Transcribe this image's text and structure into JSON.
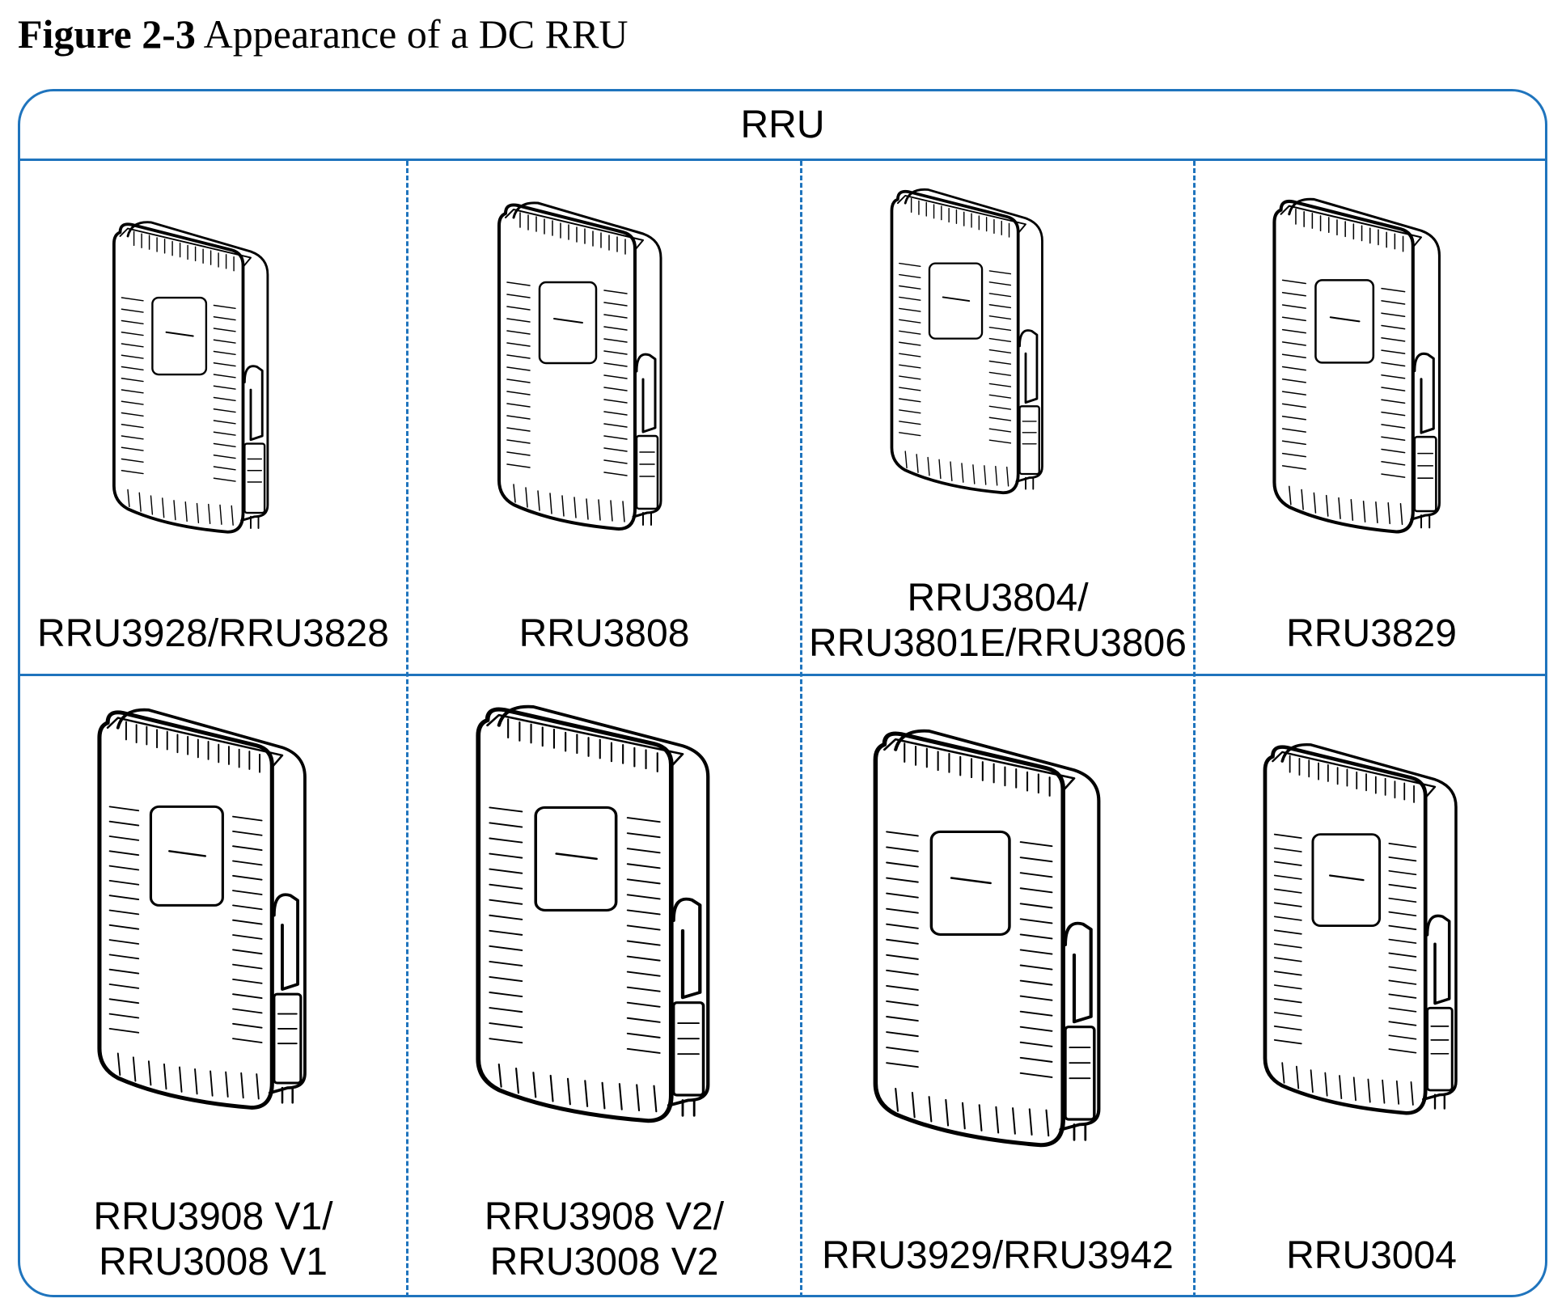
{
  "figure": {
    "number": "Figure 2-3",
    "title": "Appearance of a DC RRU"
  },
  "table": {
    "header": "RRU",
    "row1": [
      {
        "line1": "RRU3928/RRU3828",
        "line2": ""
      },
      {
        "line1": "RRU3808",
        "line2": ""
      },
      {
        "line1": "RRU3804/",
        "line2": "RRU3801E/RRU3806"
      },
      {
        "line1": "RRU3829",
        "line2": ""
      }
    ],
    "row2": [
      {
        "line1": "RRU3908 V1/",
        "line2": "RRU3008 V1"
      },
      {
        "line1": "RRU3908 V2/",
        "line2": "RRU3008 V2"
      },
      {
        "line1": "RRU3929/RRU3942",
        "line2": ""
      },
      {
        "line1": "RRU3004",
        "line2": ""
      }
    ]
  },
  "colors": {
    "border": "#1f74bd",
    "drawing": "#000000"
  },
  "illustrations": [
    "rru-device-drawing"
  ]
}
